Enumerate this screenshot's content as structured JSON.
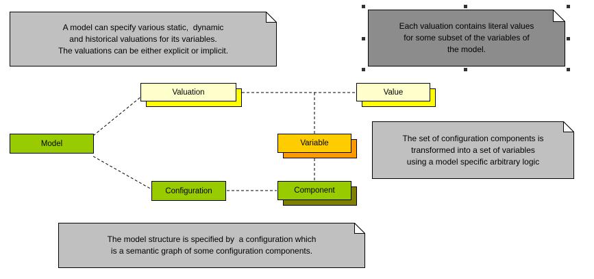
{
  "diagram": {
    "notes": [
      {
        "id": "note-model-valuations",
        "text": "A model can specify various static,  dynamic\nand historical valuations for its variables.\nThe valuations can be either explicit or implicit.",
        "selected": "false"
      },
      {
        "id": "note-valuation-literal-values",
        "text": "Each valuation contains literal values\nfor some subset of the variables of\nthe model.",
        "selected": "true"
      },
      {
        "id": "note-configuration-transform",
        "text": "The set of configuration components is\ntransformed into a set of variables\nusing a model specific arbitrary logic",
        "selected": "false"
      },
      {
        "id": "note-model-structure",
        "text": "The model structure is specified by  a configuration which\nis a semantic graph of some configuration components.",
        "selected": "false"
      }
    ],
    "classes": [
      {
        "label": "Valuation"
      },
      {
        "label": "Value"
      },
      {
        "label": "Variable"
      },
      {
        "label": "Model"
      },
      {
        "label": "Configuration"
      },
      {
        "label": "Component"
      }
    ],
    "connectors": [
      "model-valuation",
      "model-configuration",
      "valuation-value",
      "valuation-variable",
      "variable-component",
      "configuration-component"
    ],
    "colors": {
      "note_fill": "#c0c0c0",
      "note_selected_fill": "#8c8c8c",
      "class_green": "#99cc00",
      "class_light_yellow": "#ffffcc",
      "shadow_yellow": "#ffff00",
      "class_amber": "#ffcc00",
      "shadow_orange": "#ff9900",
      "shadow_olive": "#7f7f00",
      "line_color": "#000000"
    }
  }
}
